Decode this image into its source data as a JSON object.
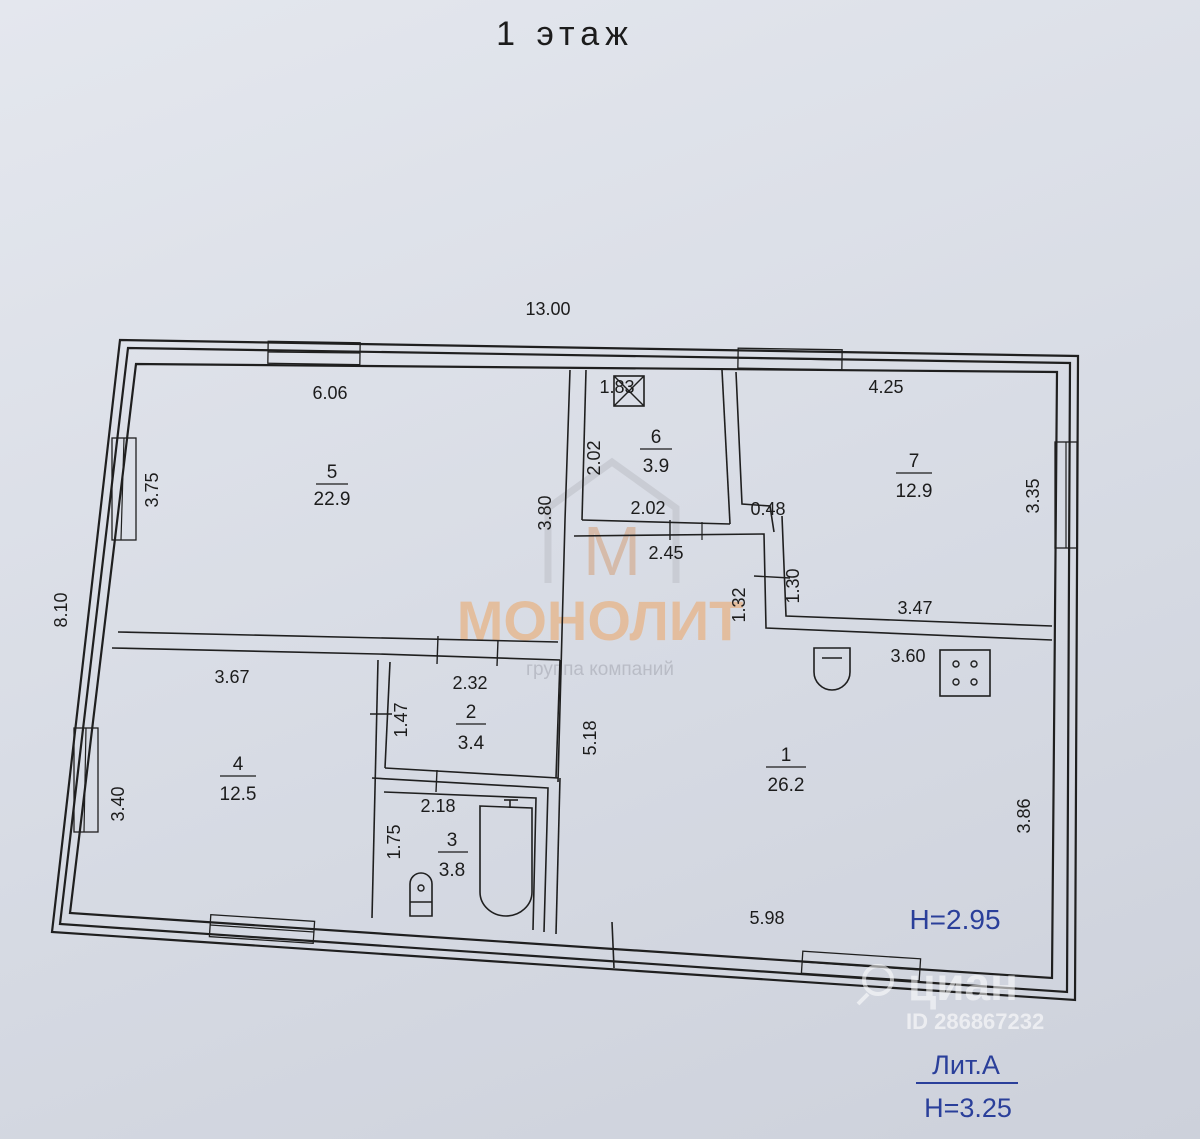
{
  "floor_title": "1 этаж",
  "overall_dims": {
    "width": "13.00",
    "depth": "8.10"
  },
  "rooms": [
    {
      "num": "1",
      "area": "26.2"
    },
    {
      "num": "2",
      "area": "3.4"
    },
    {
      "num": "3",
      "area": "3.8"
    },
    {
      "num": "4",
      "area": "12.5"
    },
    {
      "num": "5",
      "area": "22.9"
    },
    {
      "num": "6",
      "area": "3.9"
    },
    {
      "num": "7",
      "area": "12.9"
    }
  ],
  "dimensions": {
    "r5_width": "6.06",
    "r5_left": "3.75",
    "r5_right": "3.80",
    "r6_width": "1.83",
    "r6_height": "2.02",
    "r6_bottom": "2.02",
    "r7_width": "4.25",
    "r7_right": "3.35",
    "r7_bottom": "3.47",
    "r7_step": "0.48",
    "r7_step_height": "1.30",
    "hall_width": "2.45",
    "hall_height": "1.32",
    "r1_top": "3.60",
    "r1_right": "3.86",
    "r1_bottom": "5.98",
    "r1_left": "5.18",
    "r4_width": "3.67",
    "r4_left": "3.40",
    "r2_width": "2.32",
    "r2_height": "1.47",
    "r3_width": "2.18",
    "r3_height": "1.75"
  },
  "ceiling_room": "H=2.95",
  "litera": {
    "name": "Лит.А",
    "height": "H=3.25"
  },
  "watermarks": {
    "brand_letter": "М",
    "brand": "МОНОЛИТ",
    "brand_sub": "группа компаний",
    "cian": "циан",
    "listing_id": "ID 286867232"
  }
}
